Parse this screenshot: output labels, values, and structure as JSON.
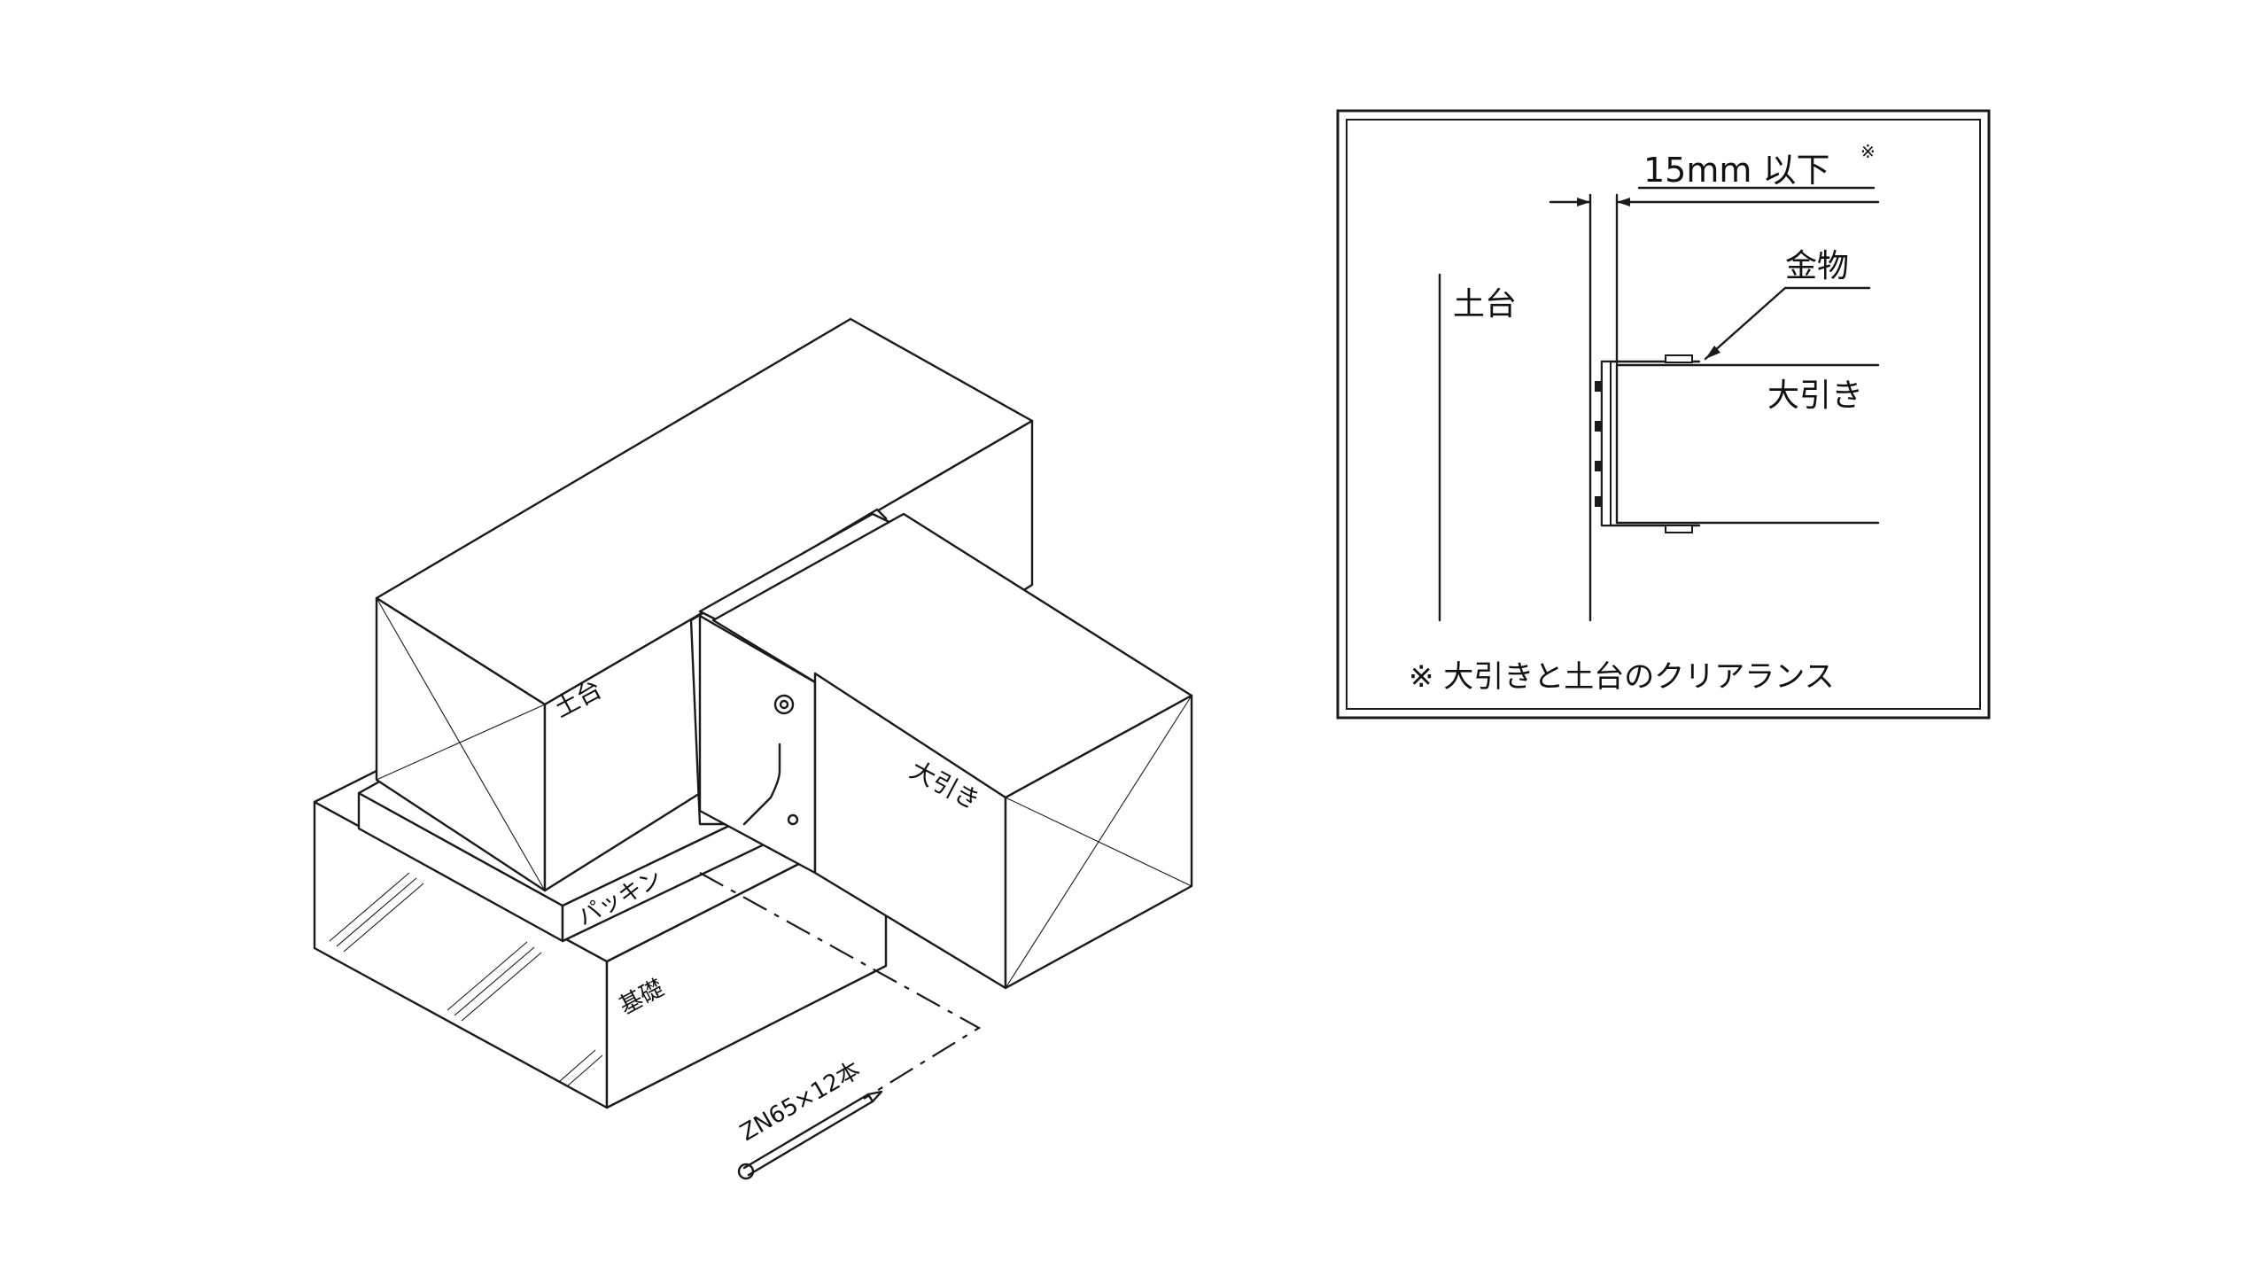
{
  "iso_view": {
    "labels": {
      "dodai": "土台",
      "obiki": "大引き",
      "packing": "パッキン",
      "kiso": "基礎",
      "nail_spec": "ZN65×12本"
    }
  },
  "detail_view": {
    "clearance_value": "15mm 以下",
    "clearance_mark": "※",
    "labels": {
      "dodai": "土台",
      "kanamono": "金物",
      "obiki": "大引き"
    },
    "note": "※ 大引きと土台のクリアランス"
  }
}
